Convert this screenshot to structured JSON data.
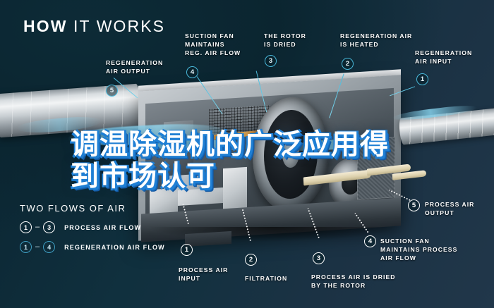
{
  "title": {
    "strong": "HOW",
    "rest": " IT WORKS"
  },
  "colors": {
    "background_dark": "#0b2530",
    "background_light": "#21374a",
    "accent_cyan": "#49b8da",
    "text_white": "#ffffff",
    "overlay_shadow_blue": "#1f7fd4"
  },
  "overlay": {
    "line1": "调温除湿机的广泛应用得",
    "line2": "到市场认可"
  },
  "callouts": [
    {
      "number": "5",
      "label": "REGENERATION\nAIR OUTPUT",
      "flow": "regeneration"
    },
    {
      "number": "4",
      "label": "SUCTION FAN\nMAINTAINS\nREG. AIR FLOW",
      "flow": "regeneration"
    },
    {
      "number": "3",
      "label": "THE ROTOR\nIS DRIED",
      "flow": "regeneration"
    },
    {
      "number": "2",
      "label": "REGENERATION AIR\nIS HEATED",
      "flow": "regeneration"
    },
    {
      "number": "1",
      "label": "REGENERATION\nAIR INPUT",
      "flow": "regeneration"
    },
    {
      "number": "1",
      "label": "PROCESS AIR\nINPUT",
      "flow": "process"
    },
    {
      "number": "2",
      "label": "FILTRATION",
      "flow": "process"
    },
    {
      "number": "3",
      "label": "PROCESS AIR IS DRIED\nBY THE ROTOR",
      "flow": "process"
    },
    {
      "number": "4",
      "label": "SUCTION FAN\nMAINTAINS PROCESS\nAIR FLOW",
      "flow": "process"
    },
    {
      "number": "5",
      "label": "PROCESS AIR\nOUTPUT",
      "flow": "process"
    }
  ],
  "legend": {
    "title": "TWO FLOWS OF AIR",
    "rows": [
      {
        "from": "1",
        "to": "3",
        "dash": "–",
        "label": "PROCESS AIR FLOW"
      },
      {
        "from": "1",
        "to": "4",
        "dash": "–",
        "label": "REGENERATION AIR FLOW"
      }
    ]
  }
}
